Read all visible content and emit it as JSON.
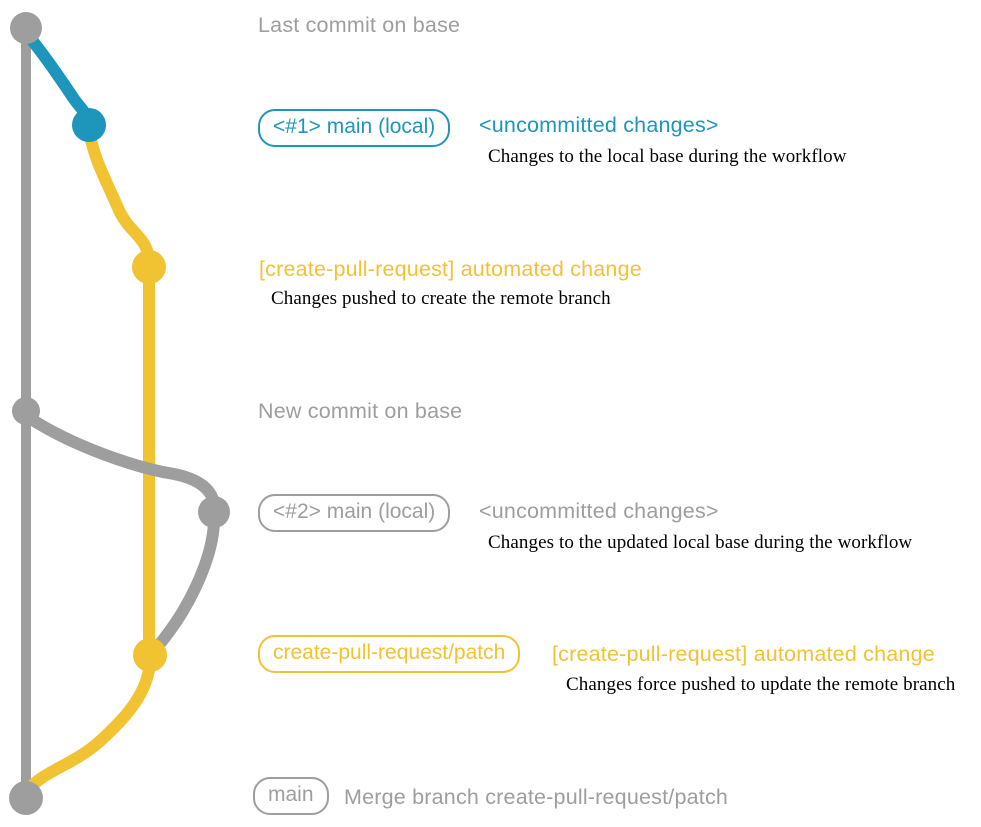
{
  "colors": {
    "gray": "#9e9e9e",
    "blue": "#1e96bc",
    "yellow": "#f1c232",
    "description_text": "#000000"
  },
  "rows": {
    "last_commit": {
      "label": "Last commit on base"
    },
    "local_main_1": {
      "badge": "<#1> main (local)",
      "title": "<uncommitted changes>",
      "description": "Changes to the local base during the workflow"
    },
    "pr_commit_1": {
      "title": "[create-pull-request] automated change",
      "description": "Changes pushed to create the remote branch"
    },
    "new_commit": {
      "label": "New commit on base"
    },
    "local_main_2": {
      "badge": "<#2> main (local)",
      "title": "<uncommitted changes>",
      "description": "Changes to the updated local base during the workflow"
    },
    "pr_commit_2": {
      "badge": "create-pull-request/patch",
      "title": "[create-pull-request] automated change",
      "description": "Changes force pushed to update the remote branch"
    },
    "merge_commit": {
      "badge": "main",
      "label": "Merge branch create-pull-request/patch"
    }
  }
}
